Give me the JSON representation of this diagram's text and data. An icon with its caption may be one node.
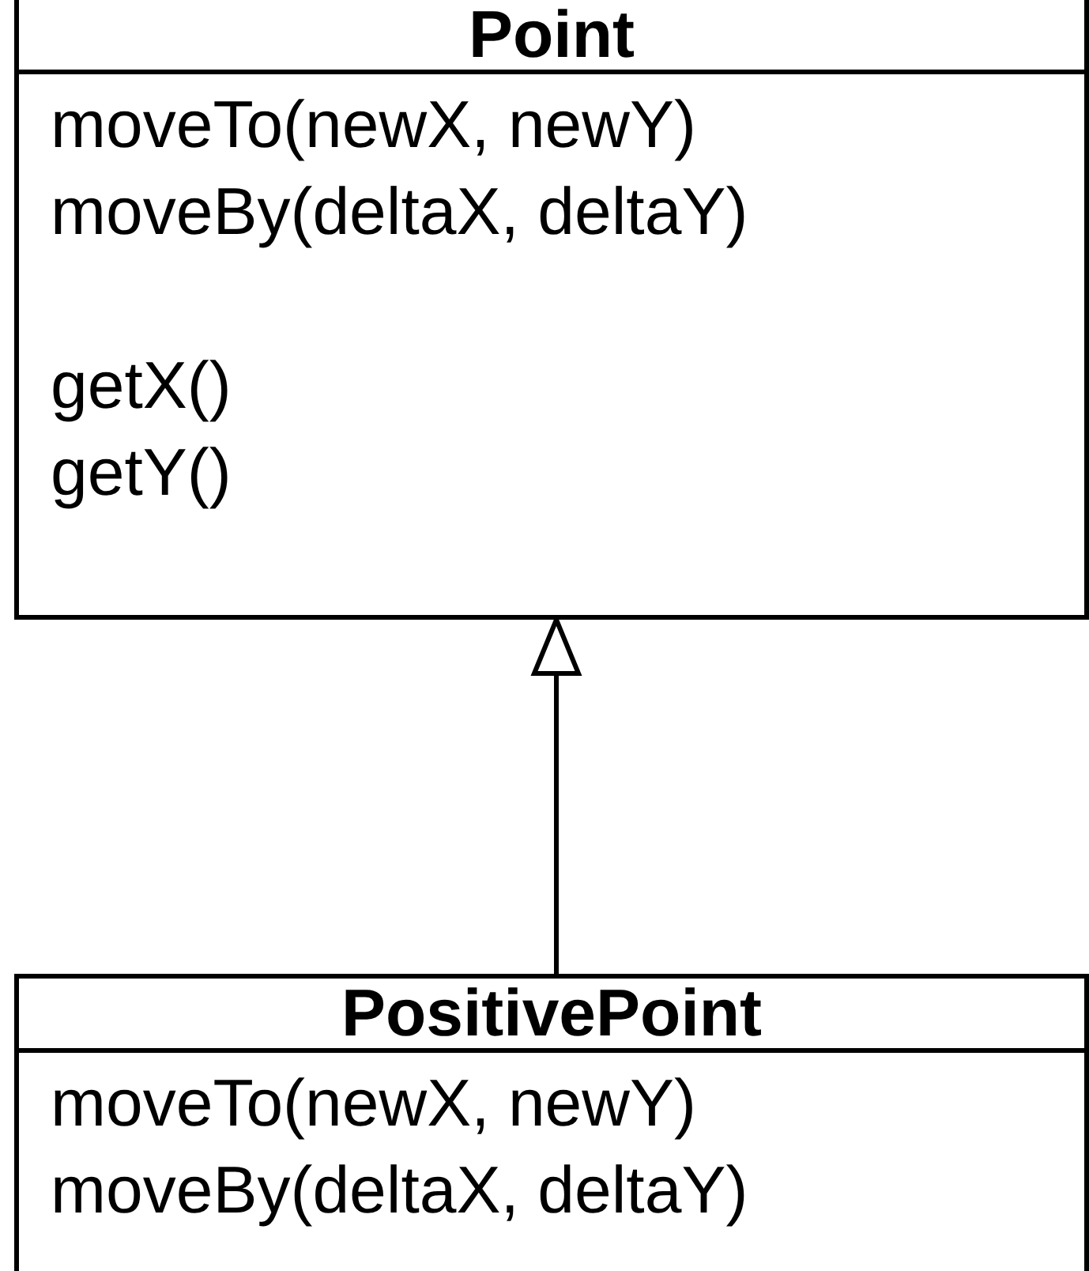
{
  "diagram": {
    "nodes": [
      {
        "text": [
          "Point",
          "moveTo(newX, newY)",
          "moveBy(deltaX, deltaY)",
          "getX()",
          "getY()"
        ]
      },
      {
        "text": [
          "PositivePoint",
          "moveTo(newX, newY)",
          "moveBy(deltaX, deltaY)"
        ]
      }
    ],
    "edges": [
      {
        "from": 1,
        "to": 0,
        "arrow": "to"
      }
    ]
  }
}
